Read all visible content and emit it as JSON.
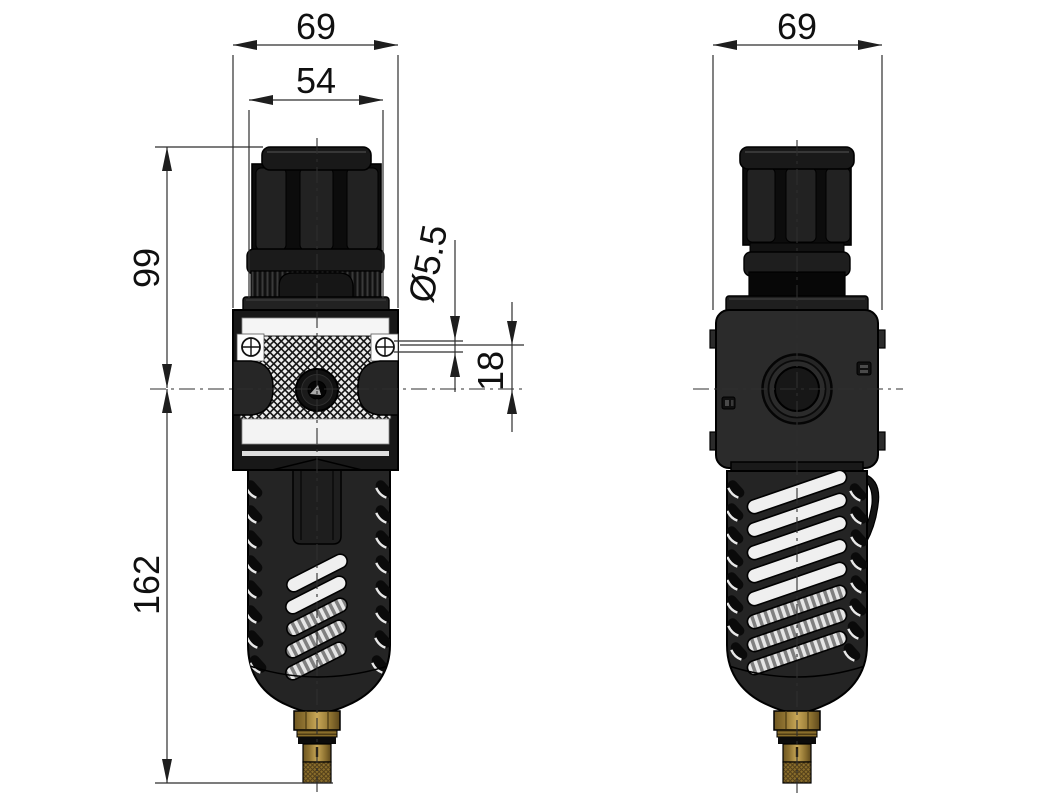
{
  "drawing": {
    "background_color": "#ffffff",
    "line_color": "#2e2e2e",
    "device_dark_color": "#1b1b1b",
    "device_body_color": "#2b2b2b",
    "band_light_color": "#f3f3f3",
    "crosshatch_color": "#ededed",
    "brass_color": "#a0823a",
    "front_view": {
      "overall_width_label": "69",
      "knob_width_label": "54",
      "upper_height_label": "99",
      "lower_height_label": "162",
      "hole_diameter_label": "Ø5.5",
      "hole_offset_label": "18"
    },
    "side_view": {
      "overall_width_label": "69"
    }
  }
}
